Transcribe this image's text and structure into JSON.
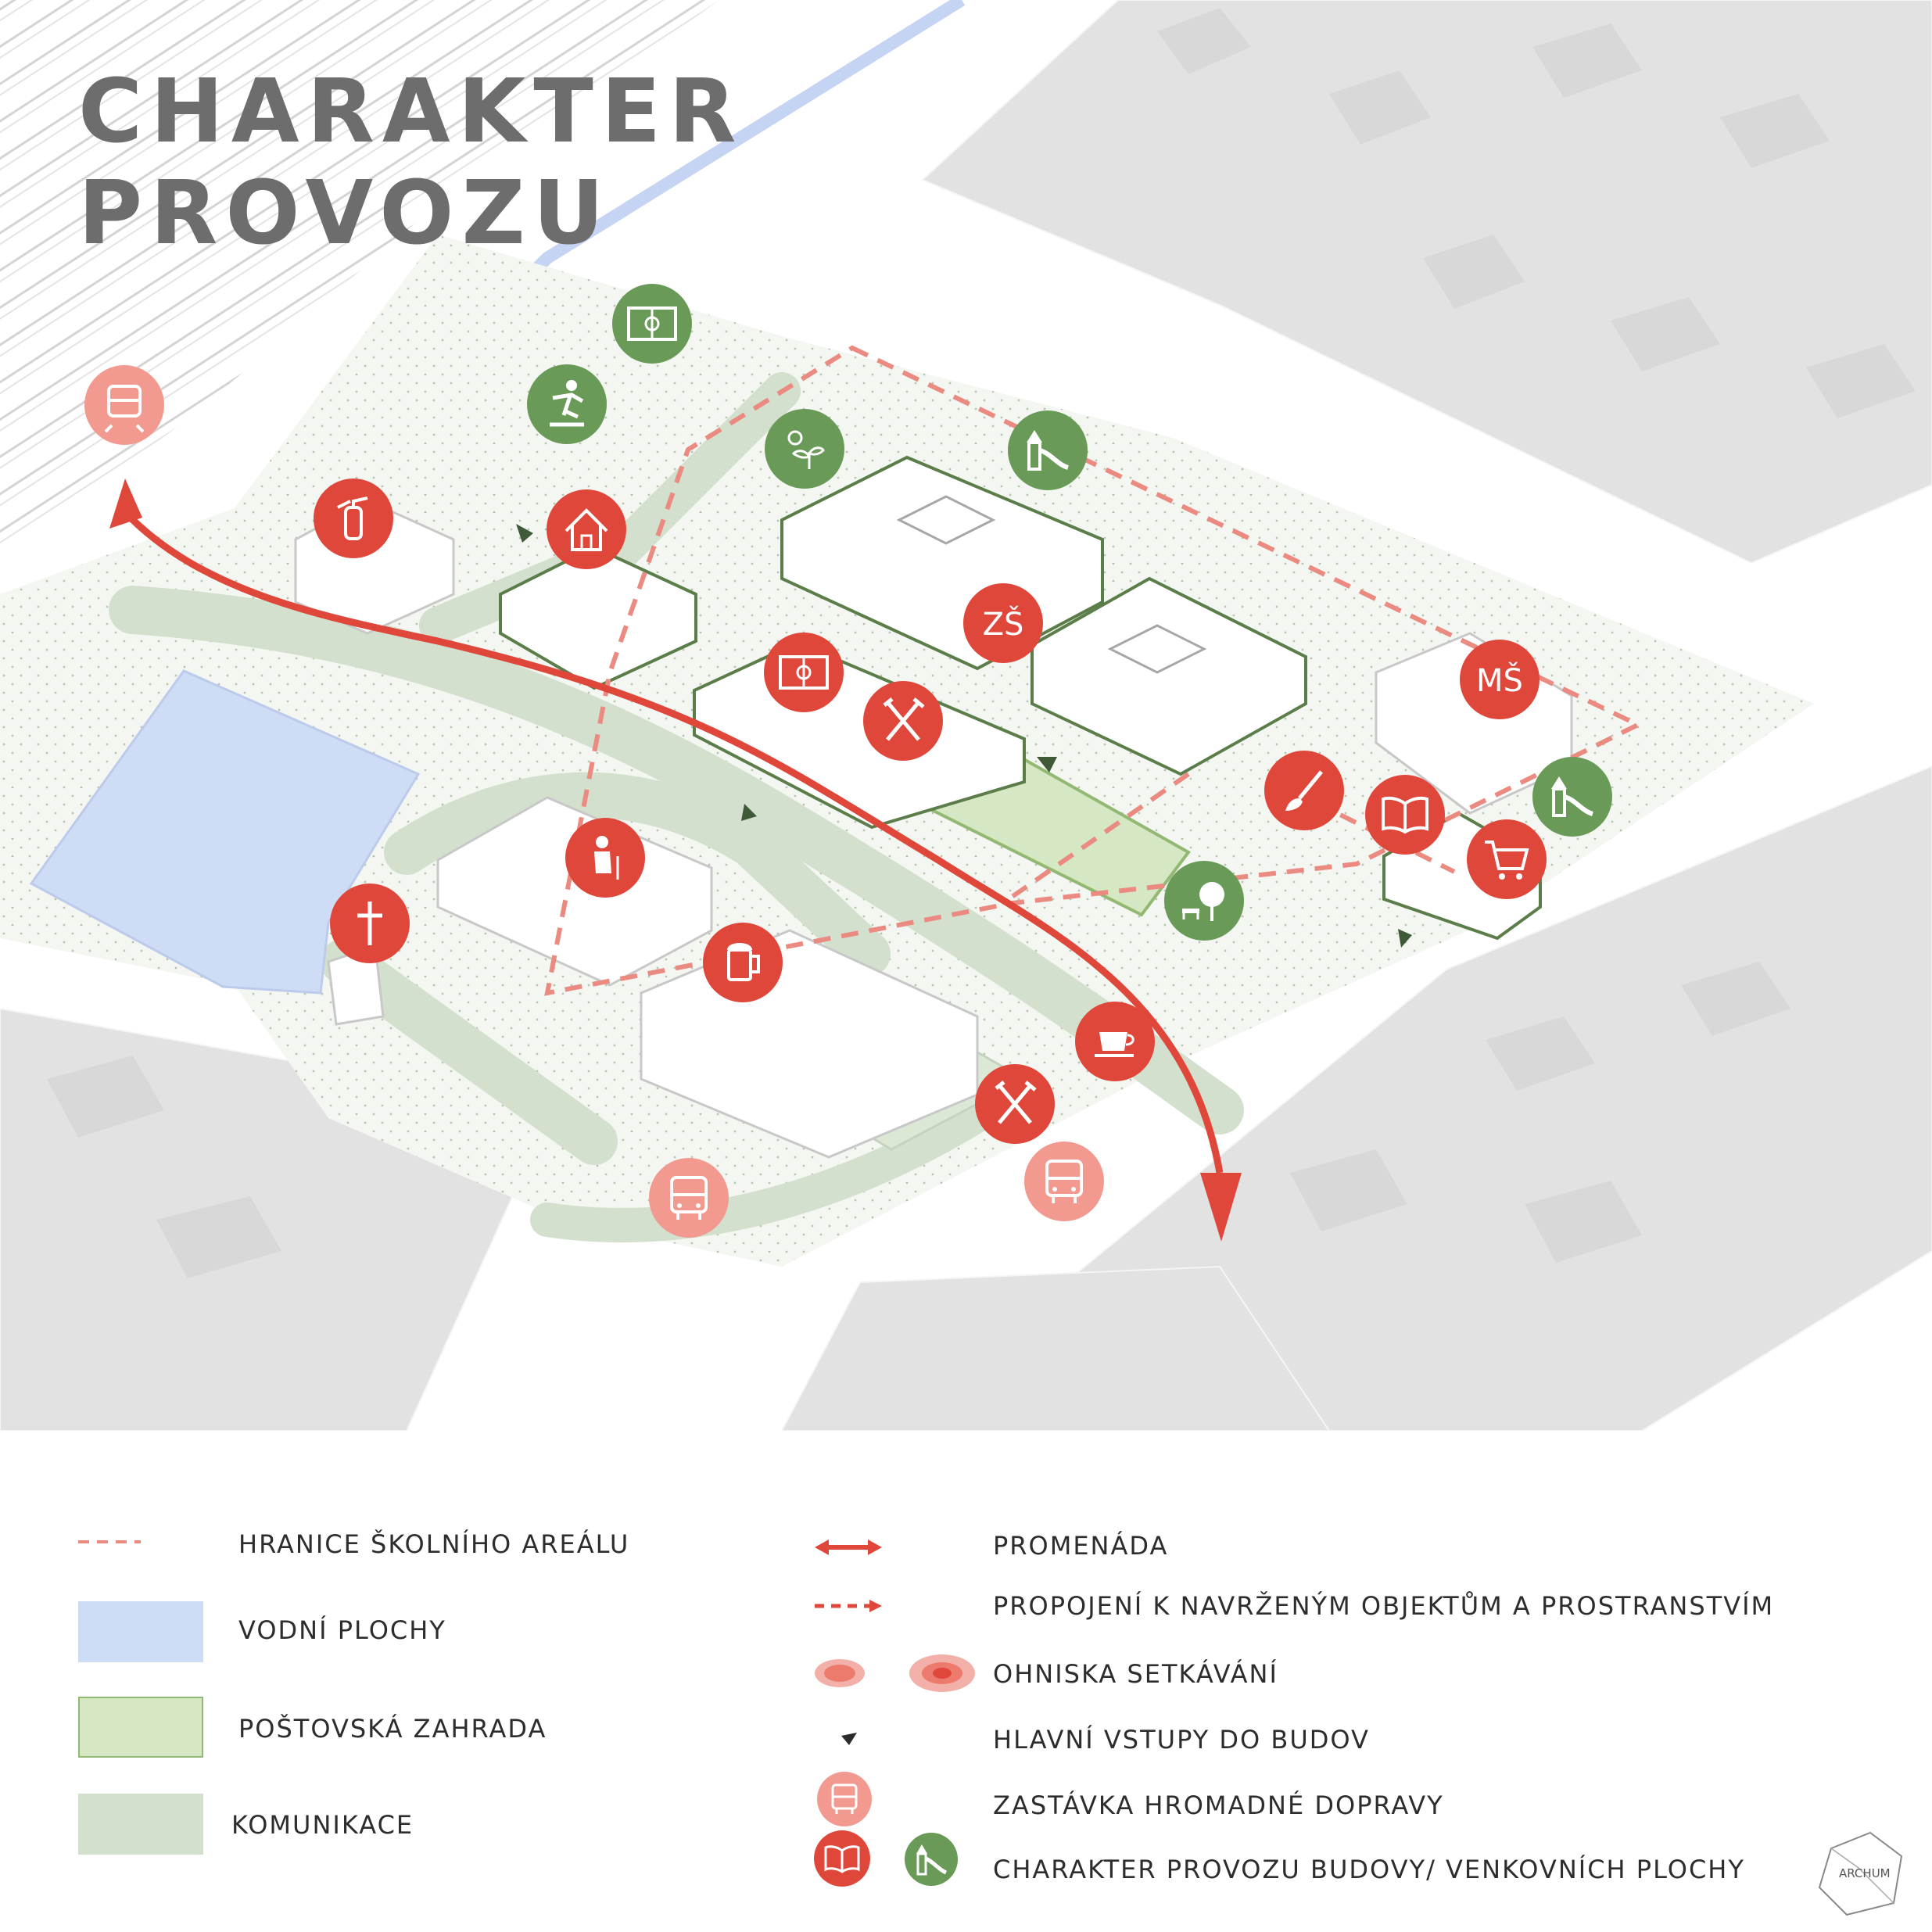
{
  "title": {
    "line1": "CHARAKTER",
    "line2": "PROVOZU"
  },
  "colors": {
    "accent_red": "#e0473b",
    "light_red": "#f29a8f",
    "green_icon": "#6a9a57",
    "water": "#cfdcf5",
    "garden": "#d6e7c3",
    "garden_border": "#92b973",
    "roads": "#d3e0cd",
    "buildings": "#dedede"
  },
  "map_icons": [
    {
      "id": "train-station",
      "icon": "train-icon",
      "color": "light_red"
    },
    {
      "id": "sports-field-north",
      "icon": "sports-field-icon",
      "color": "green"
    },
    {
      "id": "skatepark",
      "icon": "skateboard-icon",
      "color": "green"
    },
    {
      "id": "garden",
      "icon": "plant-sun-icon",
      "color": "green"
    },
    {
      "id": "playground-north",
      "icon": "playground-icon",
      "color": "green"
    },
    {
      "id": "fire-station",
      "icon": "fire-extinguisher-icon",
      "color": "red"
    },
    {
      "id": "housing",
      "icon": "house-icon",
      "color": "red"
    },
    {
      "id": "school",
      "icon": "text-icon",
      "label": "ZŠ",
      "color": "red"
    },
    {
      "id": "kindergarten",
      "icon": "text-icon",
      "label": "MŠ",
      "color": "red"
    },
    {
      "id": "gym",
      "icon": "sports-field-icon",
      "color": "red"
    },
    {
      "id": "canteen",
      "icon": "cutlery-icon",
      "color": "red"
    },
    {
      "id": "art",
      "icon": "brush-icon",
      "color": "red"
    },
    {
      "id": "library",
      "icon": "book-icon",
      "color": "red"
    },
    {
      "id": "playground-east",
      "icon": "playground-icon",
      "color": "green"
    },
    {
      "id": "shop",
      "icon": "cart-icon",
      "color": "red"
    },
    {
      "id": "park",
      "icon": "tree-bench-icon",
      "color": "green"
    },
    {
      "id": "senior-home",
      "icon": "elderly-icon",
      "color": "red"
    },
    {
      "id": "church",
      "icon": "cross-icon",
      "color": "red"
    },
    {
      "id": "pub",
      "icon": "beer-icon",
      "color": "red"
    },
    {
      "id": "cafe",
      "icon": "coffee-icon",
      "color": "red"
    },
    {
      "id": "restaurant",
      "icon": "cutlery-icon",
      "color": "red"
    },
    {
      "id": "bus-stop-west",
      "icon": "bus-icon",
      "color": "light_red"
    },
    {
      "id": "bus-stop-east",
      "icon": "bus-icon",
      "color": "light_red"
    }
  ],
  "legend": {
    "school_boundary": "HRANICE ŠKOLNÍHO AREÁLU",
    "water": "VODNÍ PLOCHY",
    "postal_garden": "POŠTOVSKÁ ZAHRADA",
    "roads": "KOMUNIKACE",
    "promenade": "PROMENÁDA",
    "connection": "PROPOJENÍ K NAVRŽENÝM OBJEKTŮM A PROSTRANSTVÍM",
    "meeting_points": "OHNISKA SETKÁVÁNÍ",
    "entrances": "HLAVNÍ VSTUPY DO BUDOV",
    "transit_stop": "ZASTÁVKA HROMADNÉ DOPRAVY",
    "building_character": "CHARAKTER PROVOZU BUDOVY/ VENKOVNÍCH PLOCHY"
  },
  "brand": "ARCHUM"
}
